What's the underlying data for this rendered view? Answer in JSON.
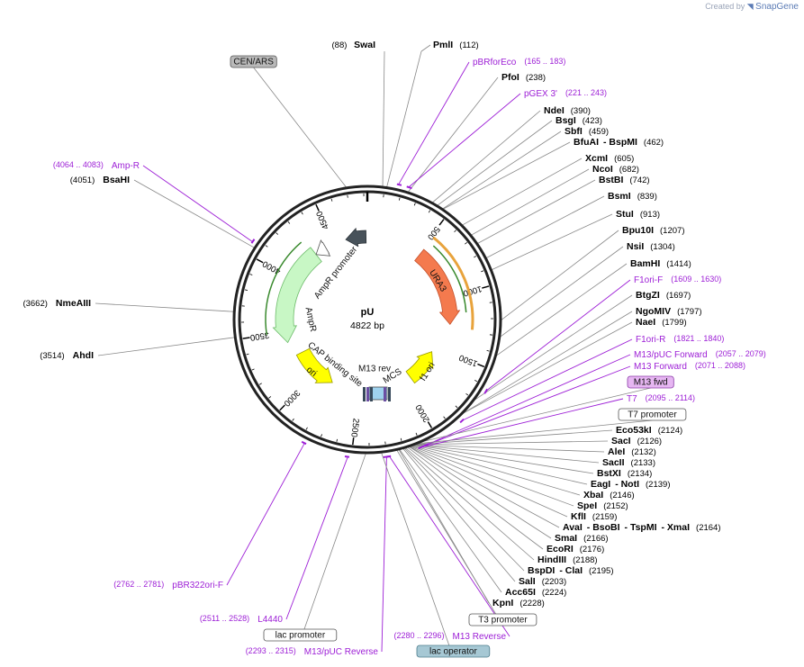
{
  "watermark": {
    "created_by": "Created by",
    "brand": "SnapGene"
  },
  "plasmid": {
    "name": "pU",
    "length_label": "4822 bp",
    "length": 4822
  },
  "ticks": [
    "500",
    "1000",
    "1500",
    "2000",
    "2500",
    "3000",
    "3500",
    "4000",
    "4500"
  ],
  "sites_right": [
    {
      "name": "SwaI",
      "pos": "(88)"
    },
    {
      "name": "PmlI",
      "pos": "(112)"
    },
    {
      "name": "PfoI",
      "pos": "(238)"
    },
    {
      "name": "NdeI",
      "pos": "(390)"
    },
    {
      "name": "BsgI",
      "pos": "(423)"
    },
    {
      "name": "SbfI",
      "pos": "(459)"
    },
    {
      "name": "BfuAI",
      "name2": "- BspMI",
      "pos": "(462)"
    },
    {
      "name": "XcmI",
      "pos": "(605)"
    },
    {
      "name": "NcoI",
      "pos": "(682)"
    },
    {
      "name": "BstBI",
      "pos": "(742)"
    },
    {
      "name": "BsmI",
      "pos": "(839)"
    },
    {
      "name": "StuI",
      "pos": "(913)"
    },
    {
      "name": "Bpu10I",
      "pos": "(1207)"
    },
    {
      "name": "NsiI",
      "pos": "(1304)"
    },
    {
      "name": "BamHI",
      "pos": "(1414)"
    },
    {
      "name": "BtgZI",
      "pos": "(1697)"
    },
    {
      "name": "NgoMIV",
      "pos": "(1797)"
    },
    {
      "name": "NaeI",
      "pos": "(1799)"
    },
    {
      "name": "Eco53kI",
      "pos": "(2124)"
    },
    {
      "name": "SacI",
      "pos": "(2126)"
    },
    {
      "name": "AleI",
      "pos": "(2132)"
    },
    {
      "name": "SacII",
      "pos": "(2133)"
    },
    {
      "name": "BstXI",
      "pos": "(2134)"
    },
    {
      "name": "EagI",
      "name2": "- NotI",
      "pos": "(2139)"
    },
    {
      "name": "XbaI",
      "pos": "(2146)"
    },
    {
      "name": "SpeI",
      "pos": "(2152)"
    },
    {
      "name": "KflI",
      "pos": "(2159)"
    },
    {
      "name": "AvaI",
      "name2": "- BsoBI",
      "name3": "- TspMI",
      "name4": "- XmaI",
      "pos": "(2164)"
    },
    {
      "name": "SmaI",
      "pos": "(2166)"
    },
    {
      "name": "EcoRI",
      "pos": "(2176)"
    },
    {
      "name": "HindIII",
      "pos": "(2188)"
    },
    {
      "name": "BspDI",
      "name2": "- ClaI",
      "pos": "(2195)"
    },
    {
      "name": "SalI",
      "pos": "(2203)"
    },
    {
      "name": "Acc65I",
      "pos": "(2224)"
    },
    {
      "name": "KpnI",
      "pos": "(2228)"
    }
  ],
  "sites_left": [
    {
      "name": "BsaHI",
      "pos": "(4051)"
    },
    {
      "name": "NmeAIII",
      "pos": "(3662)"
    },
    {
      "name": "AhdI",
      "pos": "(3514)"
    }
  ],
  "primers": [
    {
      "name": "pBRforEco",
      "range": "(165 .. 183)"
    },
    {
      "name": "pGEX 3'",
      "range": "(221 .. 243)"
    },
    {
      "name": "F1ori-F",
      "range": "(1609 .. 1630)"
    },
    {
      "name": "F1ori-R",
      "range": "(1821 .. 1840)"
    },
    {
      "name": "M13/pUC Forward",
      "range": "(2057 .. 2079)"
    },
    {
      "name": "M13 Forward",
      "range": "(2071 .. 2088)"
    },
    {
      "name": "T7",
      "range": "(2095 .. 2114)"
    },
    {
      "name": "Amp-R",
      "range": "(4064 .. 4083)"
    },
    {
      "name": "pBR322ori-F",
      "range": "(2762 .. 2781)"
    },
    {
      "name": "L4440",
      "range": "(2511 .. 2528)"
    },
    {
      "name": "M13/pUC Reverse",
      "range": "(2293 .. 2315)"
    },
    {
      "name": "M13 Reverse",
      "range": "(2280 .. 2296)"
    }
  ],
  "boxed_labels": {
    "cen_ars": "CEN/ARS",
    "m13_fwd": "M13 fwd",
    "t7_promoter": "T7 promoter",
    "t3_promoter": "T3 promoter",
    "lac_promoter": "lac promoter",
    "lac_operator": "lac operator"
  },
  "features": {
    "ampr_promoter": "AmpR promoter",
    "ampr": "AmpR",
    "cap_site": "CAP binding site",
    "ori": "ori",
    "m13_rev": "M13 rev",
    "mcs": "MCS",
    "f1_ori": "f1 ori",
    "ura3": "URA3"
  },
  "colors": {
    "primer": "#9d1fd6",
    "ura3": "#f47a4e",
    "ori": "#ffff00",
    "ampr": "#c8f7c5",
    "cen_ars": "#b9b9b9",
    "backbone": "#222222"
  }
}
